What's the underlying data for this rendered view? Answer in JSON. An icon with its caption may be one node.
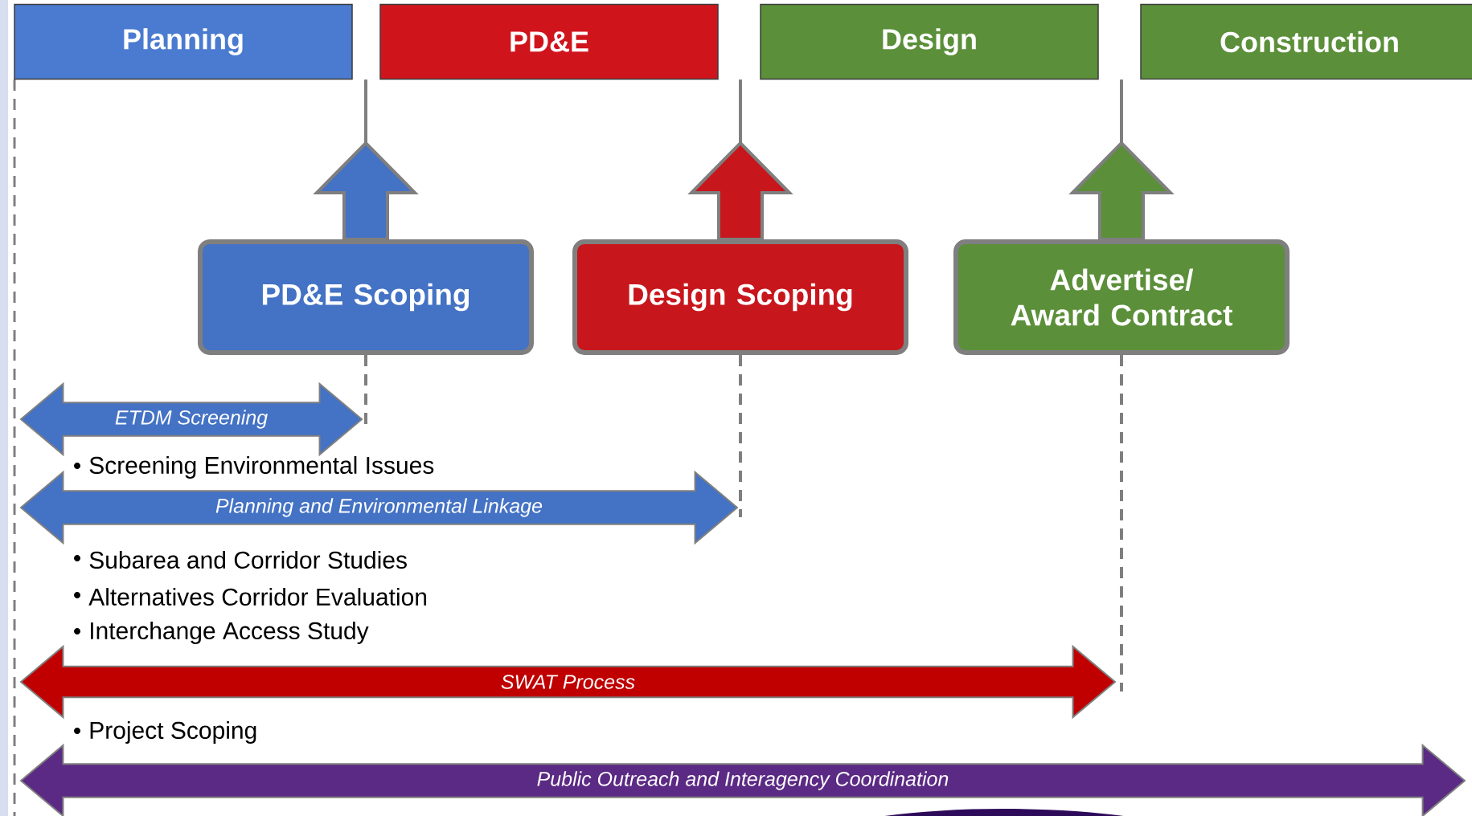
{
  "diagram": {
    "nodes": [
      {
        "text": [
          "Planning"
        ]
      },
      {
        "text": [
          "PD&E"
        ]
      },
      {
        "text": [
          "Design"
        ]
      },
      {
        "text": [
          "Construction"
        ]
      },
      {
        "text": [
          "PD&E Scoping"
        ]
      },
      {
        "text": [
          "Design Scoping"
        ]
      },
      {
        "text": [
          "Advertise/ Award Contract"
        ]
      },
      {
        "text": [
          "ETDM Screening"
        ],
        "beside": [
          "Screening Environmental Issues"
        ]
      },
      {
        "text": [
          "Planning and Environmental Linkage"
        ],
        "beside": [
          "Subarea and Corridor Studies",
          "Alternatives Corridor Evaluation",
          "Interchange Access Study"
        ]
      },
      {
        "text": [
          "SWAT Process"
        ],
        "beside": [
          "Project Scoping"
        ]
      },
      {
        "text": [
          "Public Outreach and Interagency Coordination"
        ]
      }
    ],
    "edges": [
      {
        "from": 4,
        "to": null,
        "arrow": "to",
        "color": "#4472c4"
      },
      {
        "from": 5,
        "to": null,
        "arrow": "to",
        "color": "#c8161d"
      },
      {
        "from": 6,
        "to": null,
        "arrow": "to",
        "color": "#5b8f3a"
      },
      {
        "from": 4,
        "to": 7,
        "arrow": "none",
        "style": "dashed"
      },
      {
        "from": 5,
        "to": 8,
        "arrow": "none",
        "style": "dashed"
      },
      {
        "from": 6,
        "to": 9,
        "arrow": "none",
        "style": "dashed"
      }
    ]
  }
}
